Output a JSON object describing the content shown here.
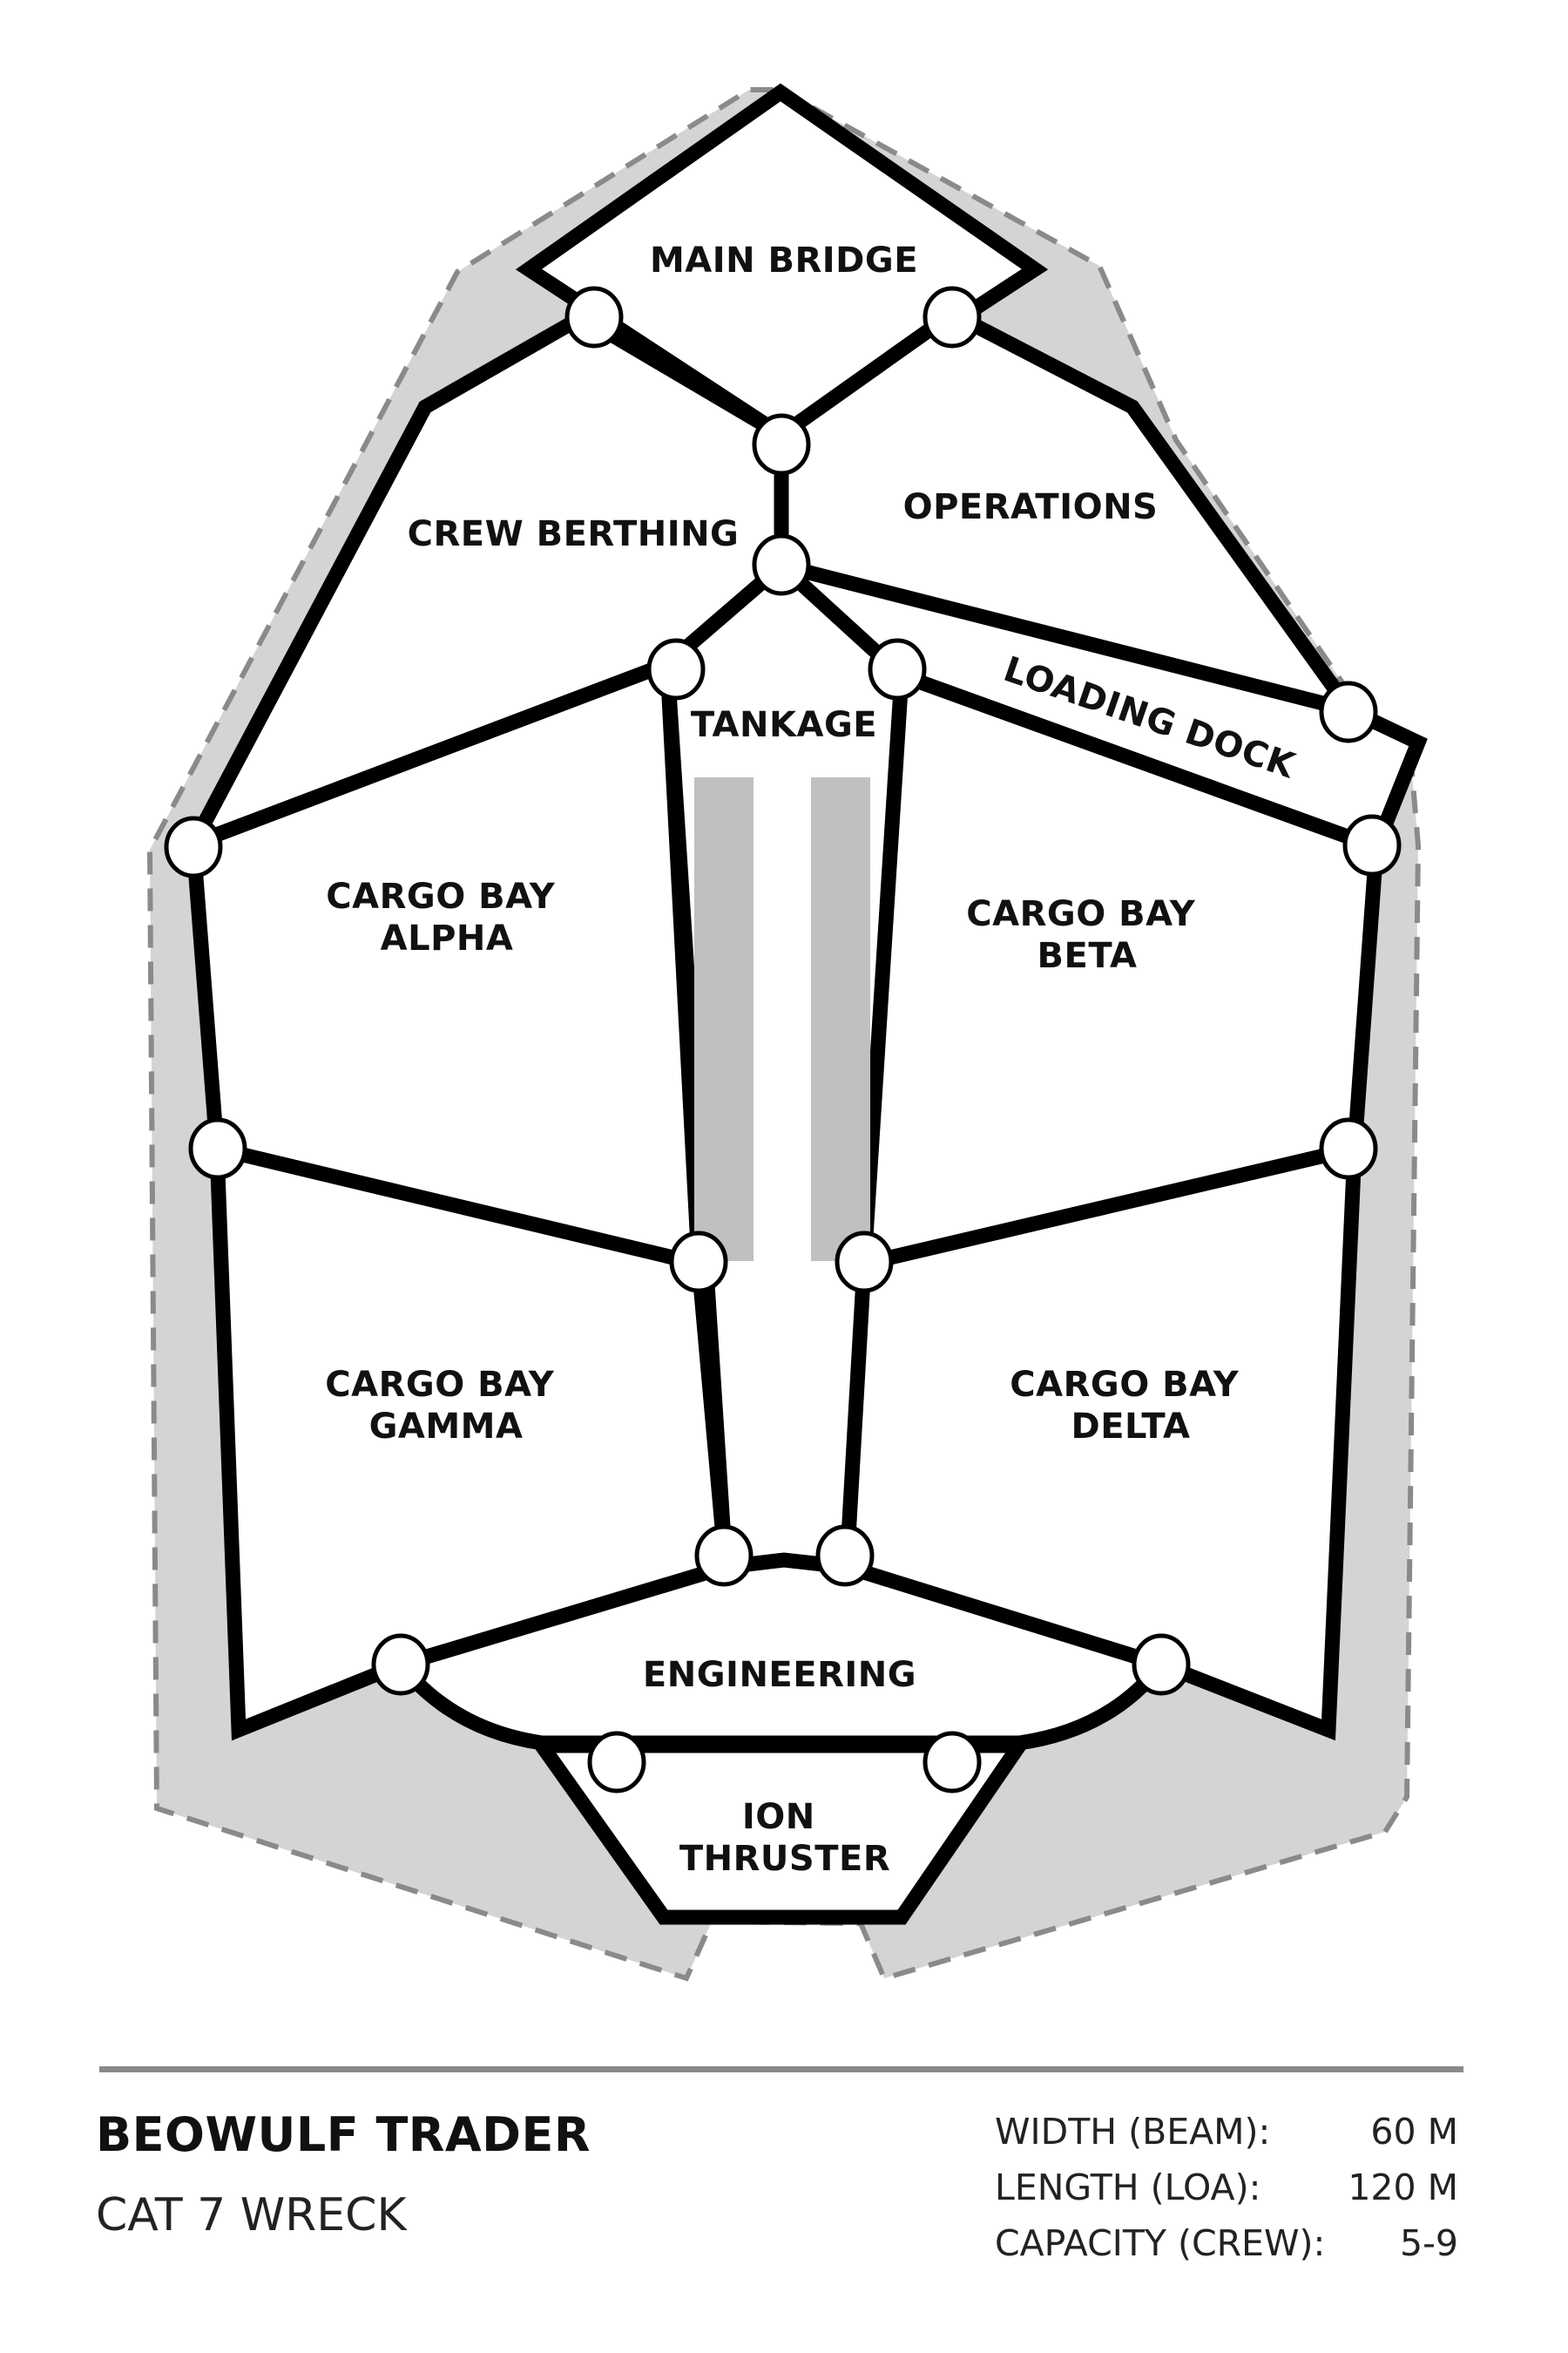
{
  "plan": {
    "rooms": {
      "main_bridge": "MAIN BRIDGE",
      "crew_berthing": "CREW BERTHING",
      "operations": "OPERATIONS",
      "tankage": "TANKAGE",
      "loading_dock": "LOADING DOCK",
      "cargo_bay_alpha": [
        "CARGO BAY",
        "ALPHA"
      ],
      "cargo_bay_beta": [
        "CARGO BAY",
        "BETA"
      ],
      "cargo_bay_gamma": [
        "CARGO BAY",
        "GAMMA"
      ],
      "cargo_bay_delta": [
        "CARGO BAY",
        "DELTA"
      ],
      "engineering": "ENGINEERING",
      "ion_thruster": [
        "ION",
        "THRUSTER"
      ]
    }
  },
  "footer": {
    "ship_name": "BEOWULF TRADER",
    "ship_class": "CAT 7 WRECK",
    "specs": [
      {
        "label": "WIDTH (BEAM):",
        "value": "60 M"
      },
      {
        "label": "LENGTH (LOA):",
        "value": "120 M"
      },
      {
        "label": "CAPACITY (CREW):",
        "value": "5-9"
      }
    ]
  }
}
